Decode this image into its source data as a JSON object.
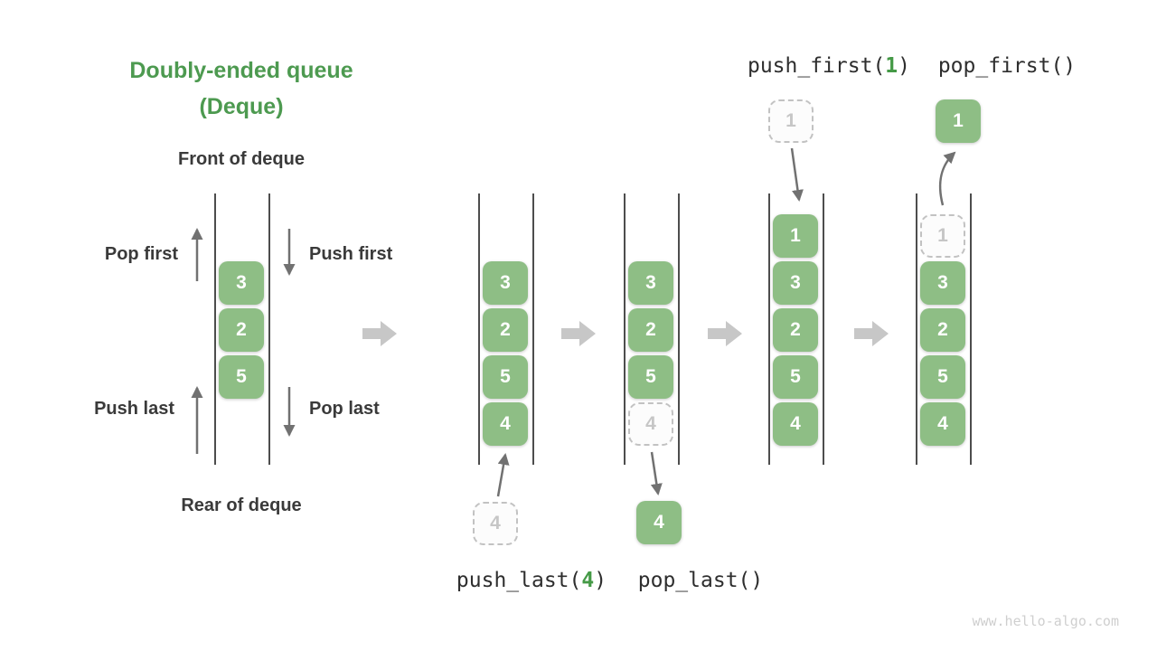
{
  "title": {
    "line1": "Doubly-ended queue",
    "line2": "(Deque)"
  },
  "labels": {
    "front": "Front of deque",
    "rear": "Rear of deque",
    "pop_first": "Pop first",
    "push_first": "Push first",
    "push_last": "Push last",
    "pop_last": "Pop last"
  },
  "calls": {
    "push_last": {
      "name": "push_last(",
      "arg": "4",
      "close": ")"
    },
    "pop_last": {
      "name": "pop_last()"
    },
    "push_first": {
      "name": "push_first(",
      "arg": "1",
      "close": ")"
    },
    "pop_first": {
      "name": "pop_first()"
    }
  },
  "queues": [
    {
      "name": "deque-initial",
      "cells": [
        {
          "value": "3",
          "style": "solid"
        },
        {
          "value": "2",
          "style": "solid"
        },
        {
          "value": "5",
          "style": "solid"
        }
      ]
    },
    {
      "name": "deque-after-push-last",
      "cells": [
        {
          "value": "3",
          "style": "solid"
        },
        {
          "value": "2",
          "style": "solid"
        },
        {
          "value": "5",
          "style": "solid"
        },
        {
          "value": "4",
          "style": "solid"
        }
      ]
    },
    {
      "name": "deque-after-pop-last",
      "cells": [
        {
          "value": "3",
          "style": "solid"
        },
        {
          "value": "2",
          "style": "solid"
        },
        {
          "value": "5",
          "style": "solid"
        },
        {
          "value": "4",
          "style": "dashed"
        }
      ]
    },
    {
      "name": "deque-after-push-first",
      "cells": [
        {
          "value": "1",
          "style": "solid"
        },
        {
          "value": "3",
          "style": "solid"
        },
        {
          "value": "2",
          "style": "solid"
        },
        {
          "value": "5",
          "style": "solid"
        },
        {
          "value": "4",
          "style": "solid"
        }
      ]
    },
    {
      "name": "deque-after-pop-first",
      "cells": [
        {
          "value": "1",
          "style": "dashed"
        },
        {
          "value": "3",
          "style": "solid"
        },
        {
          "value": "2",
          "style": "solid"
        },
        {
          "value": "5",
          "style": "solid"
        },
        {
          "value": "4",
          "style": "solid"
        }
      ]
    }
  ],
  "floating_cells": {
    "push_last_value": {
      "value": "4",
      "style": "dashed"
    },
    "pop_last_value": {
      "value": "4",
      "style": "solid"
    },
    "push_first_value": {
      "value": "1",
      "style": "dashed"
    },
    "pop_first_value": {
      "value": "1",
      "style": "solid"
    }
  },
  "watermark": "www.hello-algo.com",
  "colors": {
    "cell_green": "#8ebe85",
    "title_green": "#4d9a50",
    "arg_green": "#459a47",
    "thin_arrow": "#717171",
    "block_arrow": "#c7c7c7"
  }
}
